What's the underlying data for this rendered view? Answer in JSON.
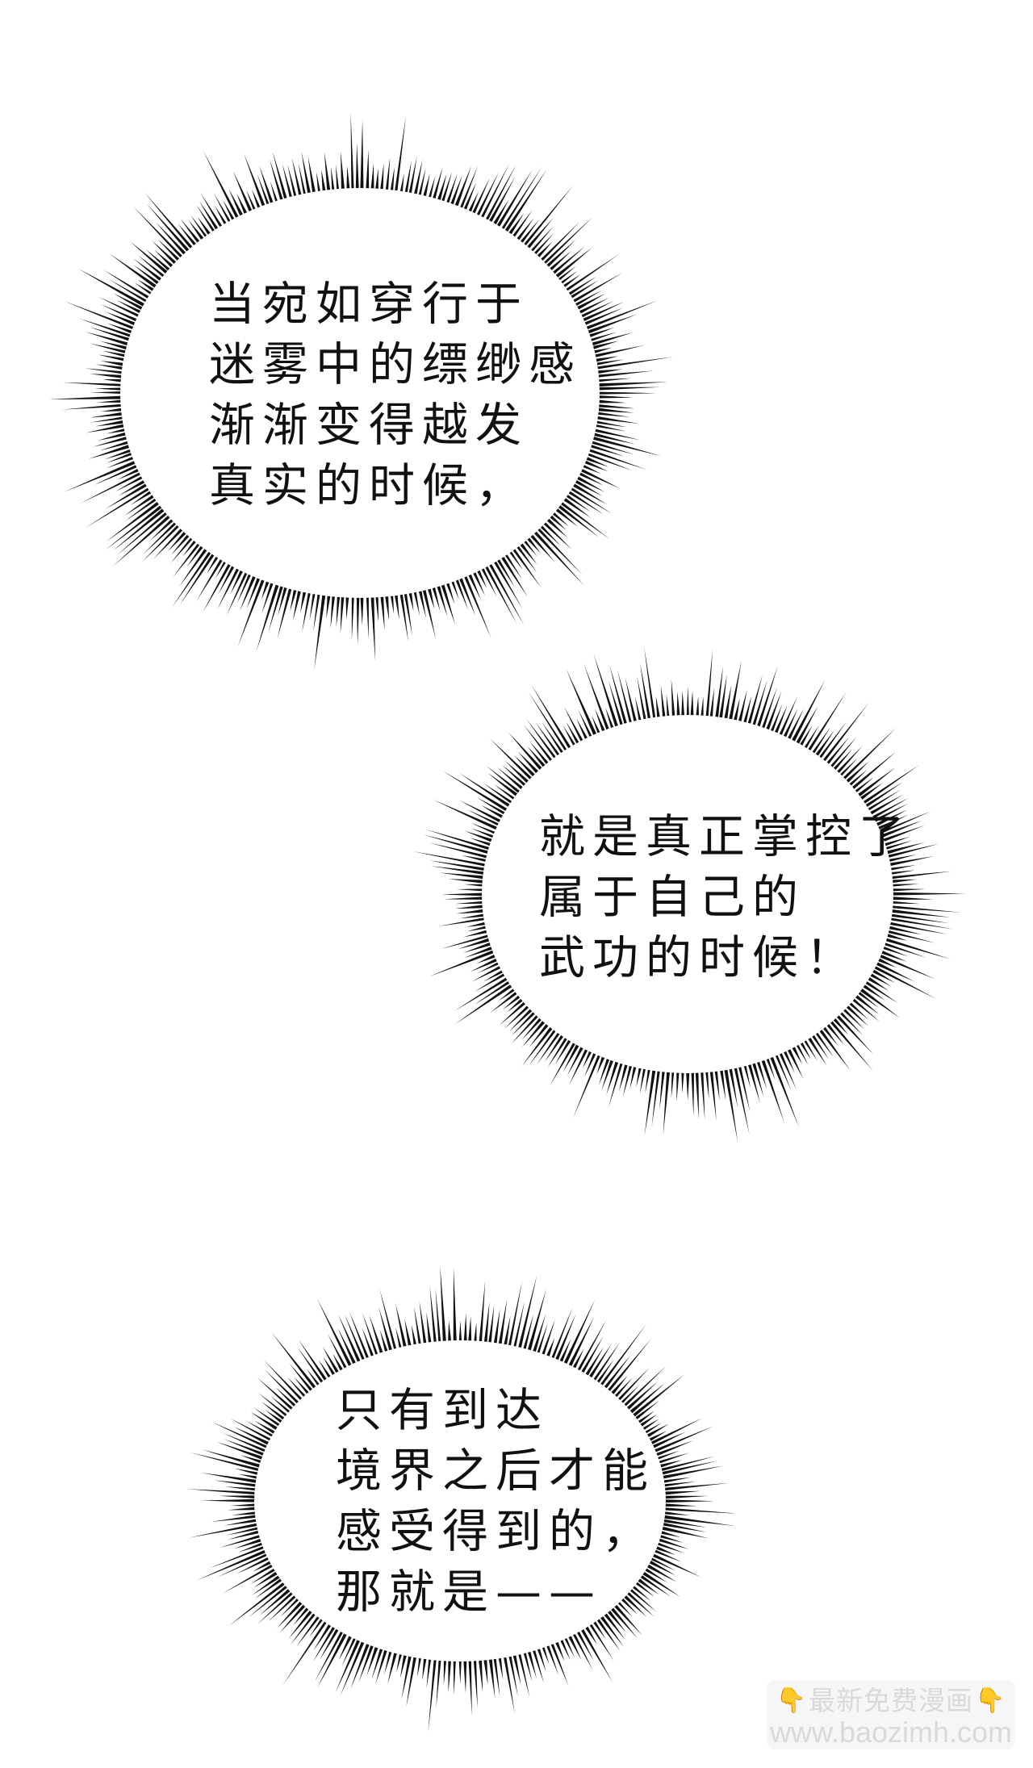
{
  "page": {
    "background": "#ffffff",
    "ink_color": "#111111"
  },
  "bubbles": [
    {
      "id": "bubble-1",
      "lines": [
        "当宛如穿行于",
        "迷雾中的缥缈感",
        "渐渐变得越发",
        "真实的时候，"
      ]
    },
    {
      "id": "bubble-2",
      "lines": [
        "就是真正掌控了",
        "属于自己的",
        "武功的时候！"
      ]
    },
    {
      "id": "bubble-3",
      "lines": [
        "只有到达",
        "境界之后才能",
        "感受得到的，",
        "那就是——"
      ]
    }
  ],
  "watermark": {
    "line1_text": "最新免费漫画",
    "line2_text": "www.baozimh.com",
    "emoji_left": "👇",
    "emoji_right": "👇",
    "icon": "pointing-down-hand-icon",
    "text_color": "#d9d9d9",
    "background_color": "#f6f6f6"
  }
}
